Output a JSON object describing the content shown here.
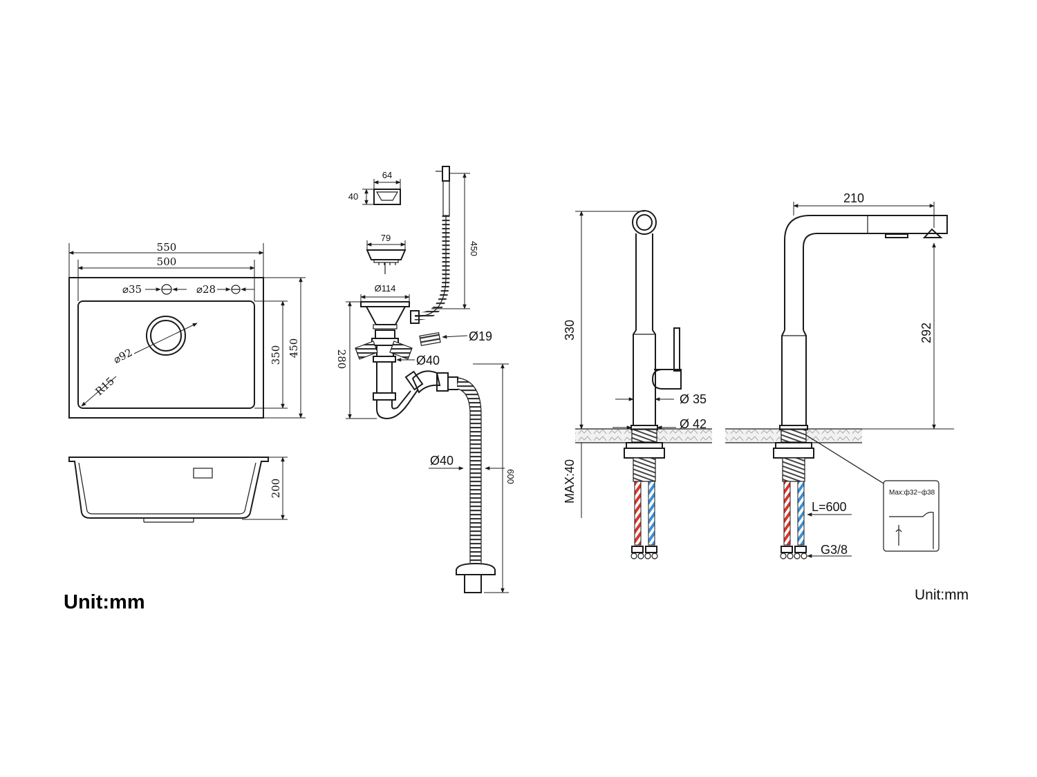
{
  "sink_top": {
    "overall_width": "550",
    "inner_width": "500",
    "faucet_hole": "⌀35",
    "soap_hole": "⌀28",
    "drain_diameter": "⌀92",
    "corner_radius": "R15",
    "inner_depth": "350",
    "overall_depth": "450"
  },
  "sink_section": {
    "bowl_depth": "200"
  },
  "drain_kit": {
    "overflow_width": "64",
    "overflow_height": "40",
    "strainer_diameter": "79",
    "overflow_hose_length": "450",
    "basket_diameter": "Ø114",
    "trap_height": "280",
    "outlet_diameter": "Ø19",
    "pipe_diameter": "Ø40",
    "hose_diameter": "Ø40",
    "hose_length": "600"
  },
  "faucet_front": {
    "height": "330",
    "body_diameter": "Ø 35",
    "base_diameter": "Ø 42",
    "max_counter_thickness": "MAX:40"
  },
  "faucet_side": {
    "reach": "210",
    "spout_height": "292",
    "hose_length": "L=600",
    "thread": "G3/8",
    "hole_range": "Max:ф32~ф38"
  },
  "units": {
    "left": "Unit:mm",
    "right": "Unit:mm"
  },
  "colors": {
    "hot_line": "#d9342b",
    "cold_line": "#3a8fd6",
    "line": "#1a1a1a"
  }
}
